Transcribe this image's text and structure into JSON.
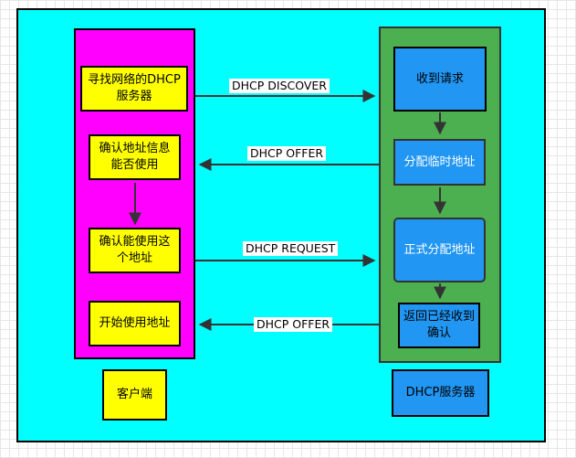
{
  "client": {
    "nodes": [
      "寻找网络的DHCP服务器",
      "确认地址信息能否使用",
      "确认能使用这个地址",
      "开始使用地址"
    ],
    "label": "客户端"
  },
  "server": {
    "nodes": [
      "收到请求",
      "分配临时地址",
      "正式分配地址",
      "返回已经收到确认"
    ],
    "label": "DHCP服务器"
  },
  "messages": [
    "DHCP DISCOVER",
    "DHCP OFFER",
    "DHCP REQUEST",
    "DHCP OFFER"
  ],
  "colors": {
    "background": "#00ffff",
    "client_panel": "#ff00ff",
    "client_node": "#ffff00",
    "server_panel": "#4caf50",
    "server_node": "#2196f3"
  }
}
